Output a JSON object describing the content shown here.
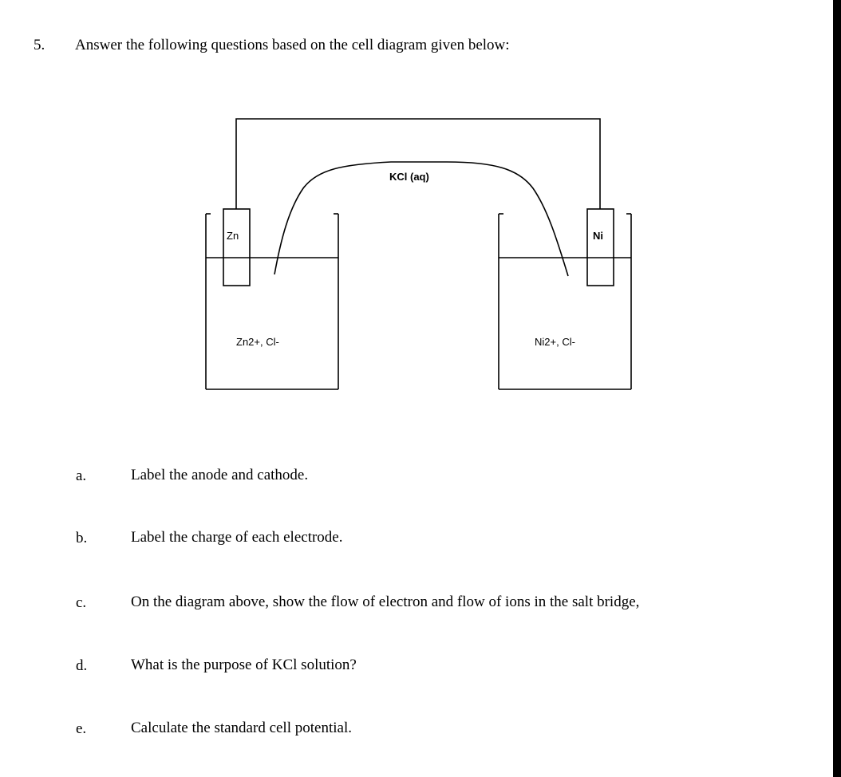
{
  "question": {
    "number": "5.",
    "text": "Answer the following questions based on the cell diagram given below:"
  },
  "diagram": {
    "left_electrode": "Zn",
    "right_electrode": "Ni",
    "salt_bridge": "KCl (aq)",
    "left_solution": "Zn2+, Cl-",
    "right_solution": "Ni2+, Cl-"
  },
  "subquestions": [
    {
      "letter": "a.",
      "text": "Label the anode and cathode."
    },
    {
      "letter": "b.",
      "text": "Label the charge of each electrode."
    },
    {
      "letter": "c.",
      "text": "On the diagram above, show the flow of electron and flow of ions in the salt bridge,"
    },
    {
      "letter": "d.",
      "text": "What is the purpose of KCl solution?"
    },
    {
      "letter": "e.",
      "text": "Calculate the standard cell potential."
    }
  ]
}
